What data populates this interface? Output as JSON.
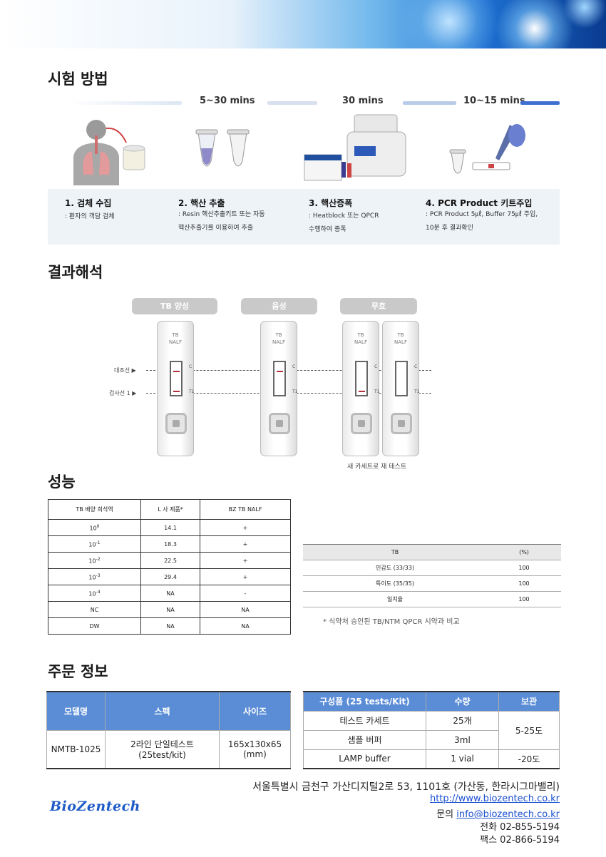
{
  "sections": {
    "method": "시험 방법",
    "result": "결과해석",
    "performance": "성능",
    "order": "주문 정보"
  },
  "durations": [
    "5~30 mins",
    "30 mins",
    "10~15 mins"
  ],
  "steps": [
    {
      "title": "1. 검체 수집",
      "desc": [
        ": 환자의 객담 검체"
      ]
    },
    {
      "title": "2. 핵산 추출",
      "desc": [
        ": Resin 핵산추출키트 또는 자동",
        "핵산추출기를 이용하여 추출"
      ]
    },
    {
      "title": "3. 핵산증폭",
      "desc": [
        ": Heatblock 또는 QPCR",
        "수행하여 증폭"
      ]
    },
    {
      "title": "4. PCR Product 키트주입",
      "desc": [
        ": PCR Product 5㎕, Buffer 75㎕ 주입,",
        "10분 후 결과확인"
      ]
    }
  ],
  "results": {
    "pills": [
      "TB 양성",
      "음성",
      "무효"
    ],
    "cassette_brand": [
      "TB",
      "NALF"
    ],
    "c_mark": "C",
    "t_mark": "T1",
    "control_label": "대조선 ▶",
    "test_label": "검사선 1 ▶",
    "retest": "새 카세트로 재 테스트"
  },
  "perf_table": {
    "headers": [
      "TB 배양 희석액",
      "L 사 제품*",
      "BZ TB NALF"
    ],
    "rows": [
      {
        "base": "10",
        "exp": "0",
        "a": "14.1",
        "b": "+"
      },
      {
        "base": "10",
        "exp": "-1",
        "a": "18.3",
        "b": "+"
      },
      {
        "base": "10",
        "exp": "-2",
        "a": "22.5",
        "b": "+"
      },
      {
        "base": "10",
        "exp": "-3",
        "a": "29.4",
        "b": "+"
      },
      {
        "base": "10",
        "exp": "-4",
        "a": "NA",
        "b": "-"
      },
      {
        "base": "NC",
        "exp": "",
        "a": "NA",
        "b": "NA"
      },
      {
        "base": "DW",
        "exp": "",
        "a": "NA",
        "b": "NA"
      }
    ]
  },
  "tb_table": {
    "headers": [
      "TB",
      "(%)"
    ],
    "rows": [
      [
        "민감도  (33/33)",
        "100"
      ],
      [
        "특이도 (35/35)",
        "100"
      ],
      [
        "일치율",
        "100"
      ]
    ],
    "note": "* 식약처 승인된 TB/NTM QPCR 시약과 비교"
  },
  "order_left": {
    "headers": [
      "모델명",
      "스펙",
      "사이즈"
    ],
    "model": "NMTB-1025",
    "spec": [
      "2라인 단일테스트",
      "(25test/kit)"
    ],
    "size": [
      "165x130x65",
      "(mm)"
    ]
  },
  "order_right": {
    "headers": [
      "구성품 (25 tests/Kit)",
      "수량",
      "보관"
    ],
    "rows": [
      [
        "테스트 카세트",
        "25개"
      ],
      [
        "샘플 버퍼",
        "3ml"
      ],
      [
        "LAMP buffer",
        "1 vial"
      ]
    ],
    "storage_a": "5-25도",
    "storage_b": "-20도"
  },
  "footer": {
    "logo": "BioZentech",
    "address": "서울특별시 금천구 가산디지털2로 53, 1101호 (가산동, 한라시그마밸리)",
    "url": "http://www.biozentech.co.kr",
    "contact_prefix": "문의 ",
    "email": "info@biozentech.co.kr",
    "phone": "전화 02-855-5194",
    "fax": "팩스 02-866-5194"
  }
}
